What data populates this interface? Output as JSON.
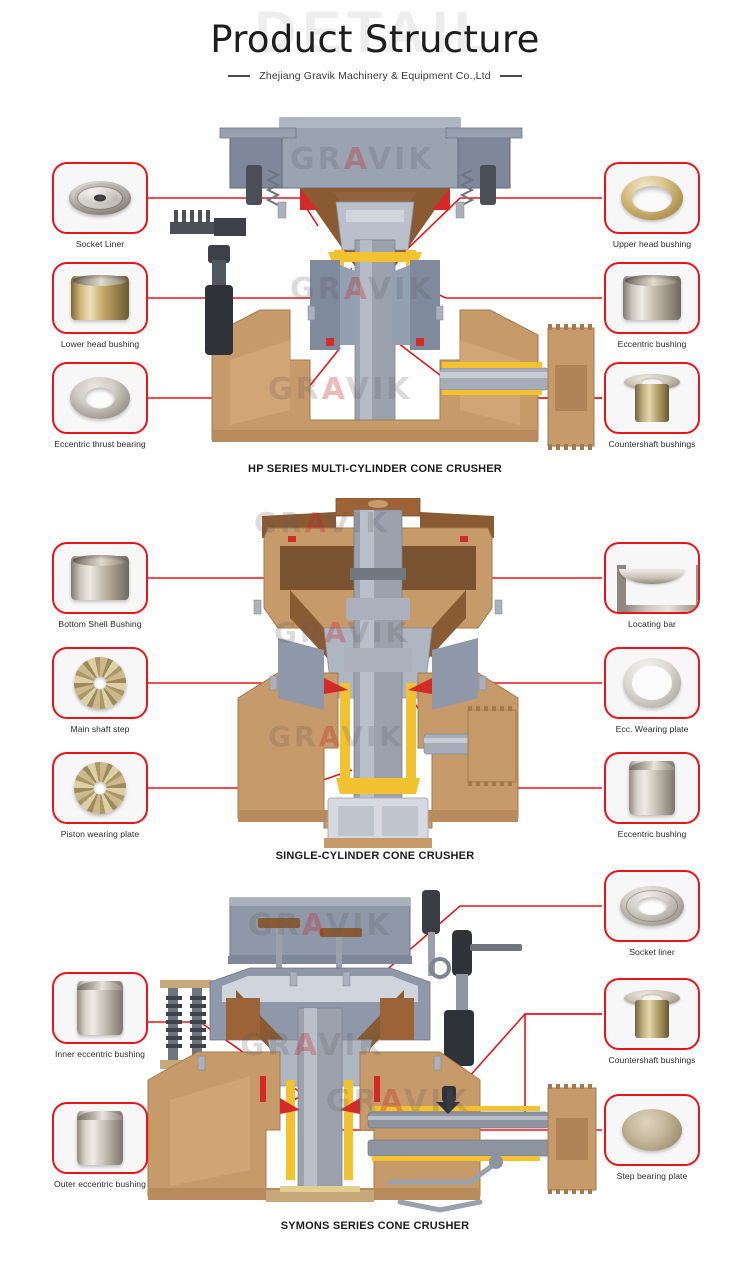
{
  "header": {
    "watermark": "DETAIL",
    "title": "Product Structure",
    "subtitle": "Zhejiang Gravik Machinery & Equipment Co.,Ltd"
  },
  "brand_watermark": "GRAVIK",
  "colors": {
    "accent_red": "#e8141b",
    "title_text": "#1d1d1d",
    "watermark_gray": "#ededed",
    "body_tan": "#c79a6a",
    "internal_gray": "#8e98a8",
    "bushing_yellow": "#f2c230",
    "bronze": "#8a5a32"
  },
  "sections": [
    {
      "id": "section-1",
      "caption": "HP SERIES MULTI-CYLINDER CONE CRUSHER",
      "left_callouts": [
        {
          "label": "Socket Liner",
          "part": "disc-rings"
        },
        {
          "label": "Lower head bushing",
          "part": "bush-wide-brass"
        },
        {
          "label": "Eccentric thrust bearing",
          "part": "ring-flat"
        }
      ],
      "right_callouts": [
        {
          "label": "Upper head bushing",
          "part": "ring-band"
        },
        {
          "label": "Eccentric bushing",
          "part": "bush-wide"
        },
        {
          "label": "Countershaft bushings",
          "part": "flange-bush"
        }
      ]
    },
    {
      "id": "section-2",
      "caption": "SINGLE-CYLINDER CONE CRUSHER",
      "left_callouts": [
        {
          "label": "Bottom Shell Bushing",
          "part": "bush-wide"
        },
        {
          "label": "Main shaft step",
          "part": "spoke-plate"
        },
        {
          "label": "Piston wearing plate",
          "part": "spoke-plate"
        }
      ],
      "right_callouts": [
        {
          "label": "Locating bar",
          "part": "arc-bar"
        },
        {
          "label": "Ecc. Wearing plate",
          "part": "ring-thin"
        },
        {
          "label": "Eccentric bushing",
          "part": "cyl-tall"
        }
      ]
    },
    {
      "id": "section-3",
      "caption": "SYMONS SERIES CONE CRUSHER",
      "left_callouts": [
        {
          "label": "Inner eccentric bushing",
          "part": "cyl-tall"
        },
        {
          "label": "Outer eccentric bushing",
          "part": "cyl-tall"
        }
      ],
      "right_callouts": [
        {
          "label": "Socket liner",
          "part": "socket-ring"
        },
        {
          "label": "Countershaft bushings",
          "part": "flange-bush"
        },
        {
          "label": "Step bearing plate",
          "part": "step-plate"
        }
      ]
    }
  ]
}
